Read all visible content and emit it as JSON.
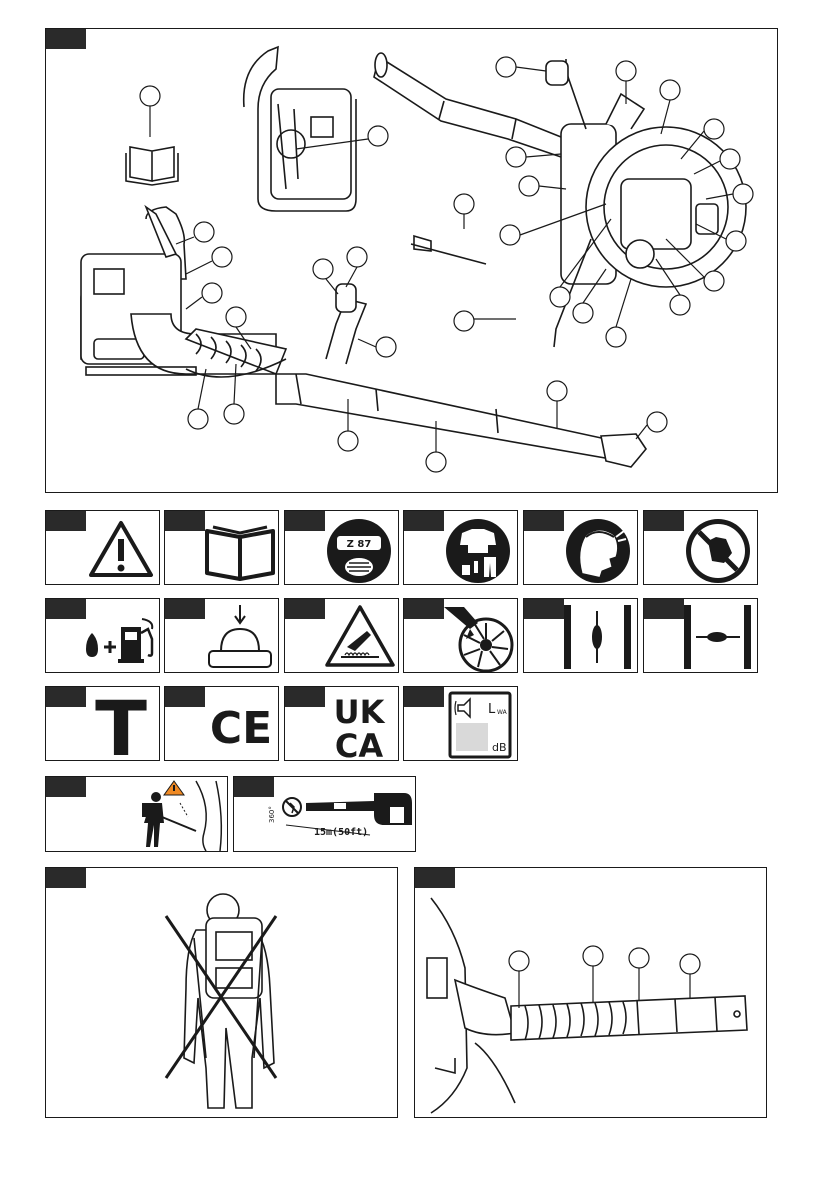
{
  "symbols": {
    "lwa_label": "L",
    "lwa_sub": "WA",
    "db_label": "dB",
    "ppe_badge": "Z 87",
    "distance_label": "15m(50ft)",
    "angle_label": "360°"
  },
  "marks": {
    "ce": "CE",
    "ukca_top": "UK",
    "ukca_bottom": "CA",
    "t_mark": "T"
  },
  "colors": {
    "tab": "#2a2a2a",
    "warning": "#f08a24",
    "line": "#1a1a1a",
    "grey_box": "#d9d9d9"
  }
}
